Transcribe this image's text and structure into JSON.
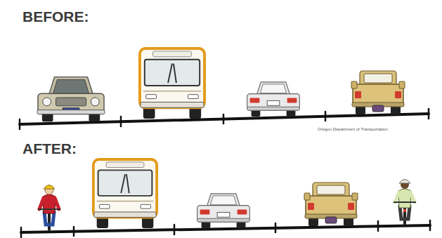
{
  "diagram": {
    "labels": [
      "BEFORE:",
      "Oregon Department of Transportation",
      "AFTER:"
    ]
  }
}
